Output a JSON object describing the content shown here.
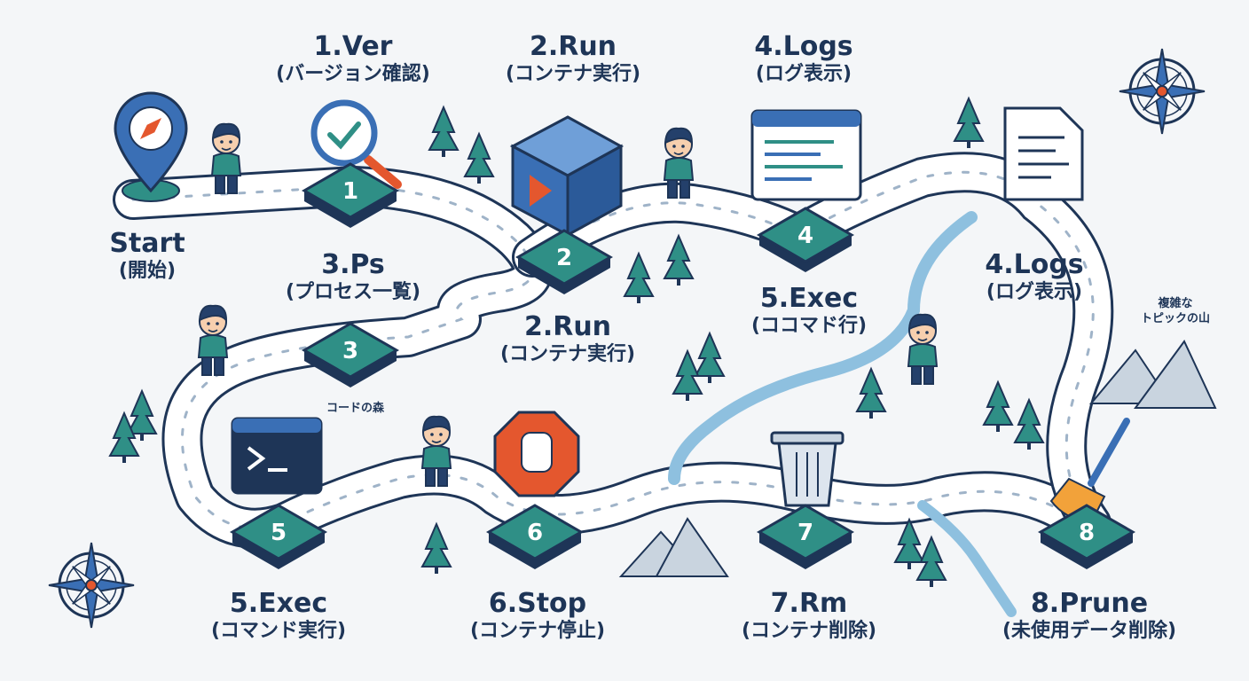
{
  "start": {
    "title": "Start",
    "sub": "(開始)"
  },
  "steps": [
    {
      "num": "1",
      "title": "1.Ver",
      "sub": "(バージョン確認)"
    },
    {
      "num": "2",
      "title": "2.Run",
      "sub": "(コンテナ実行)"
    },
    {
      "num": "3",
      "title": "3.Ps",
      "sub": "(プロセス一覧)"
    },
    {
      "num": "4",
      "title": "4.Logs",
      "sub": "(ログ表示)"
    },
    {
      "num": "5",
      "title": "5.Exec",
      "sub": "(コマンド実行)"
    },
    {
      "num": "6",
      "title": "6.Stop",
      "sub": "(コンテナ停止)"
    },
    {
      "num": "7",
      "title": "7.Rm",
      "sub": "(コンテナ削除)"
    },
    {
      "num": "8",
      "title": "8.Prune",
      "sub": "(未使用データ削除)"
    }
  ],
  "extra_labels": [
    {
      "title": "2.Run",
      "sub": "(コンテナ実行)"
    },
    {
      "title": "5.Exec",
      "sub": "(ココマド行)"
    },
    {
      "title": "4.Logs",
      "sub": "(ログ表示)"
    }
  ],
  "areas": {
    "forest": "コードの森",
    "mountain_line1": "複雑な",
    "mountain_line2": "トピックの山"
  },
  "icons": [
    "map-pin-compass-icon",
    "magnifier-check-icon",
    "container-box-icon",
    "logs-window-icon",
    "document-icon",
    "terminal-icon",
    "stop-hand-icon",
    "trash-can-icon",
    "broom-icon",
    "compass-rose-icon"
  ],
  "colors": {
    "navy": "#1e3557",
    "teal": "#2f8f86",
    "blue": "#3a6fb5",
    "path": "#ffffff",
    "stop": "#e4572e"
  }
}
